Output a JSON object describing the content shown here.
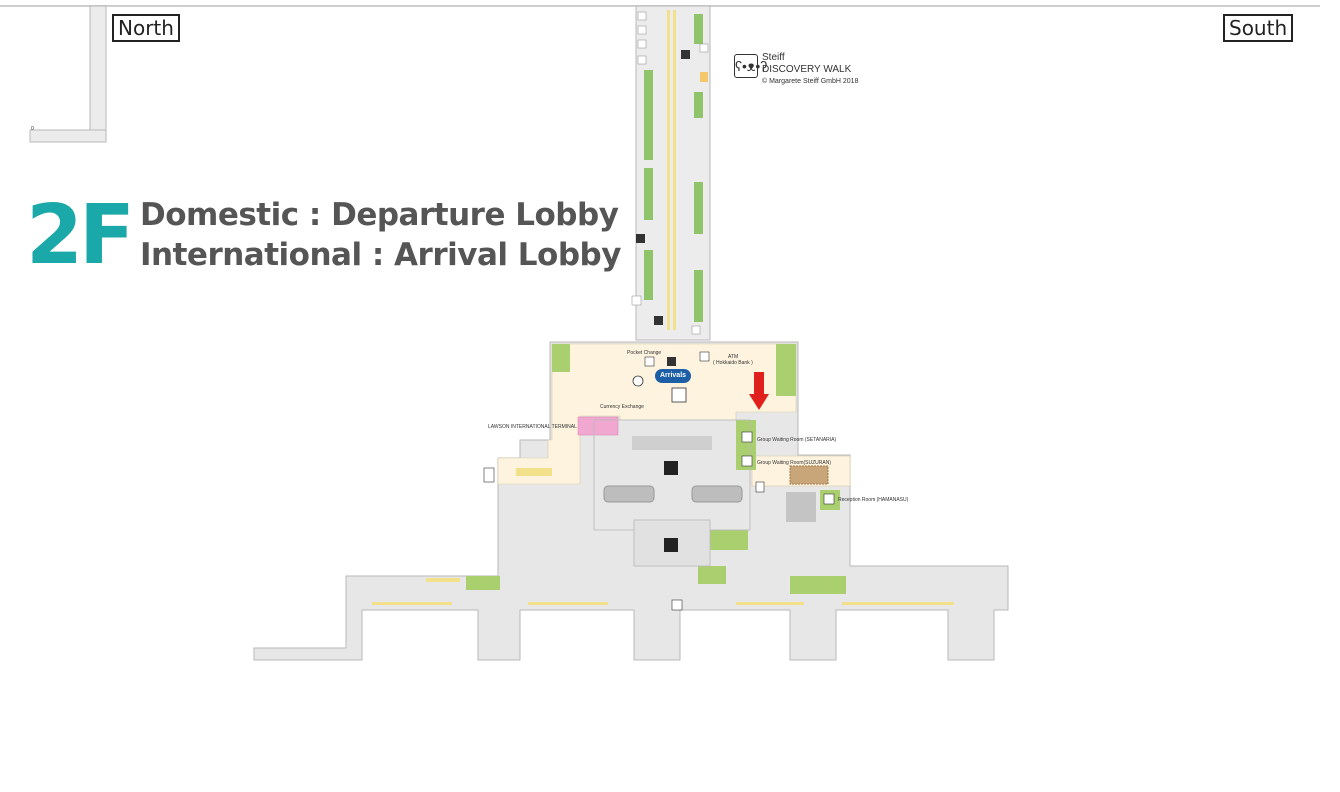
{
  "header": {
    "north_label": "North",
    "south_label": "South"
  },
  "title": {
    "floor": "2F",
    "line1": "Domestic : Departure Lobby",
    "line2": "International : Arrival Lobby"
  },
  "steiff": {
    "brand": "Steiff",
    "name": "DISCOVERY WALK",
    "copyright": "© Margarete Steiff GmbH 2018"
  },
  "map_labels": {
    "pocket_change": "Pocket Change",
    "atm": "ATM",
    "atm_bank": "( Hokkaido Bank )",
    "currency_exchange": "Currency Exchange",
    "lawson": "LAWSON INTERNATIONAL TERMINAL",
    "arrivals": "Arrivals",
    "setanaria": "Group Waiting Room (SETANARIA)",
    "suzuran": "Group Waiting Room(SUZURAN)",
    "hamanasu": "Reception Room (HAMANASU)",
    "north_marker": "0"
  },
  "colors": {
    "accent_teal": "#1aa8a8",
    "floor_gray": "#e7e7e7",
    "wall_gray": "#b9b9b9",
    "facility_green": "#a9cf6e",
    "lobby_cream": "#fdf3df",
    "shop_pink": "#f0a8d0",
    "arrivals_blue": "#1d5fa6",
    "marker_red": "#e0201c"
  }
}
